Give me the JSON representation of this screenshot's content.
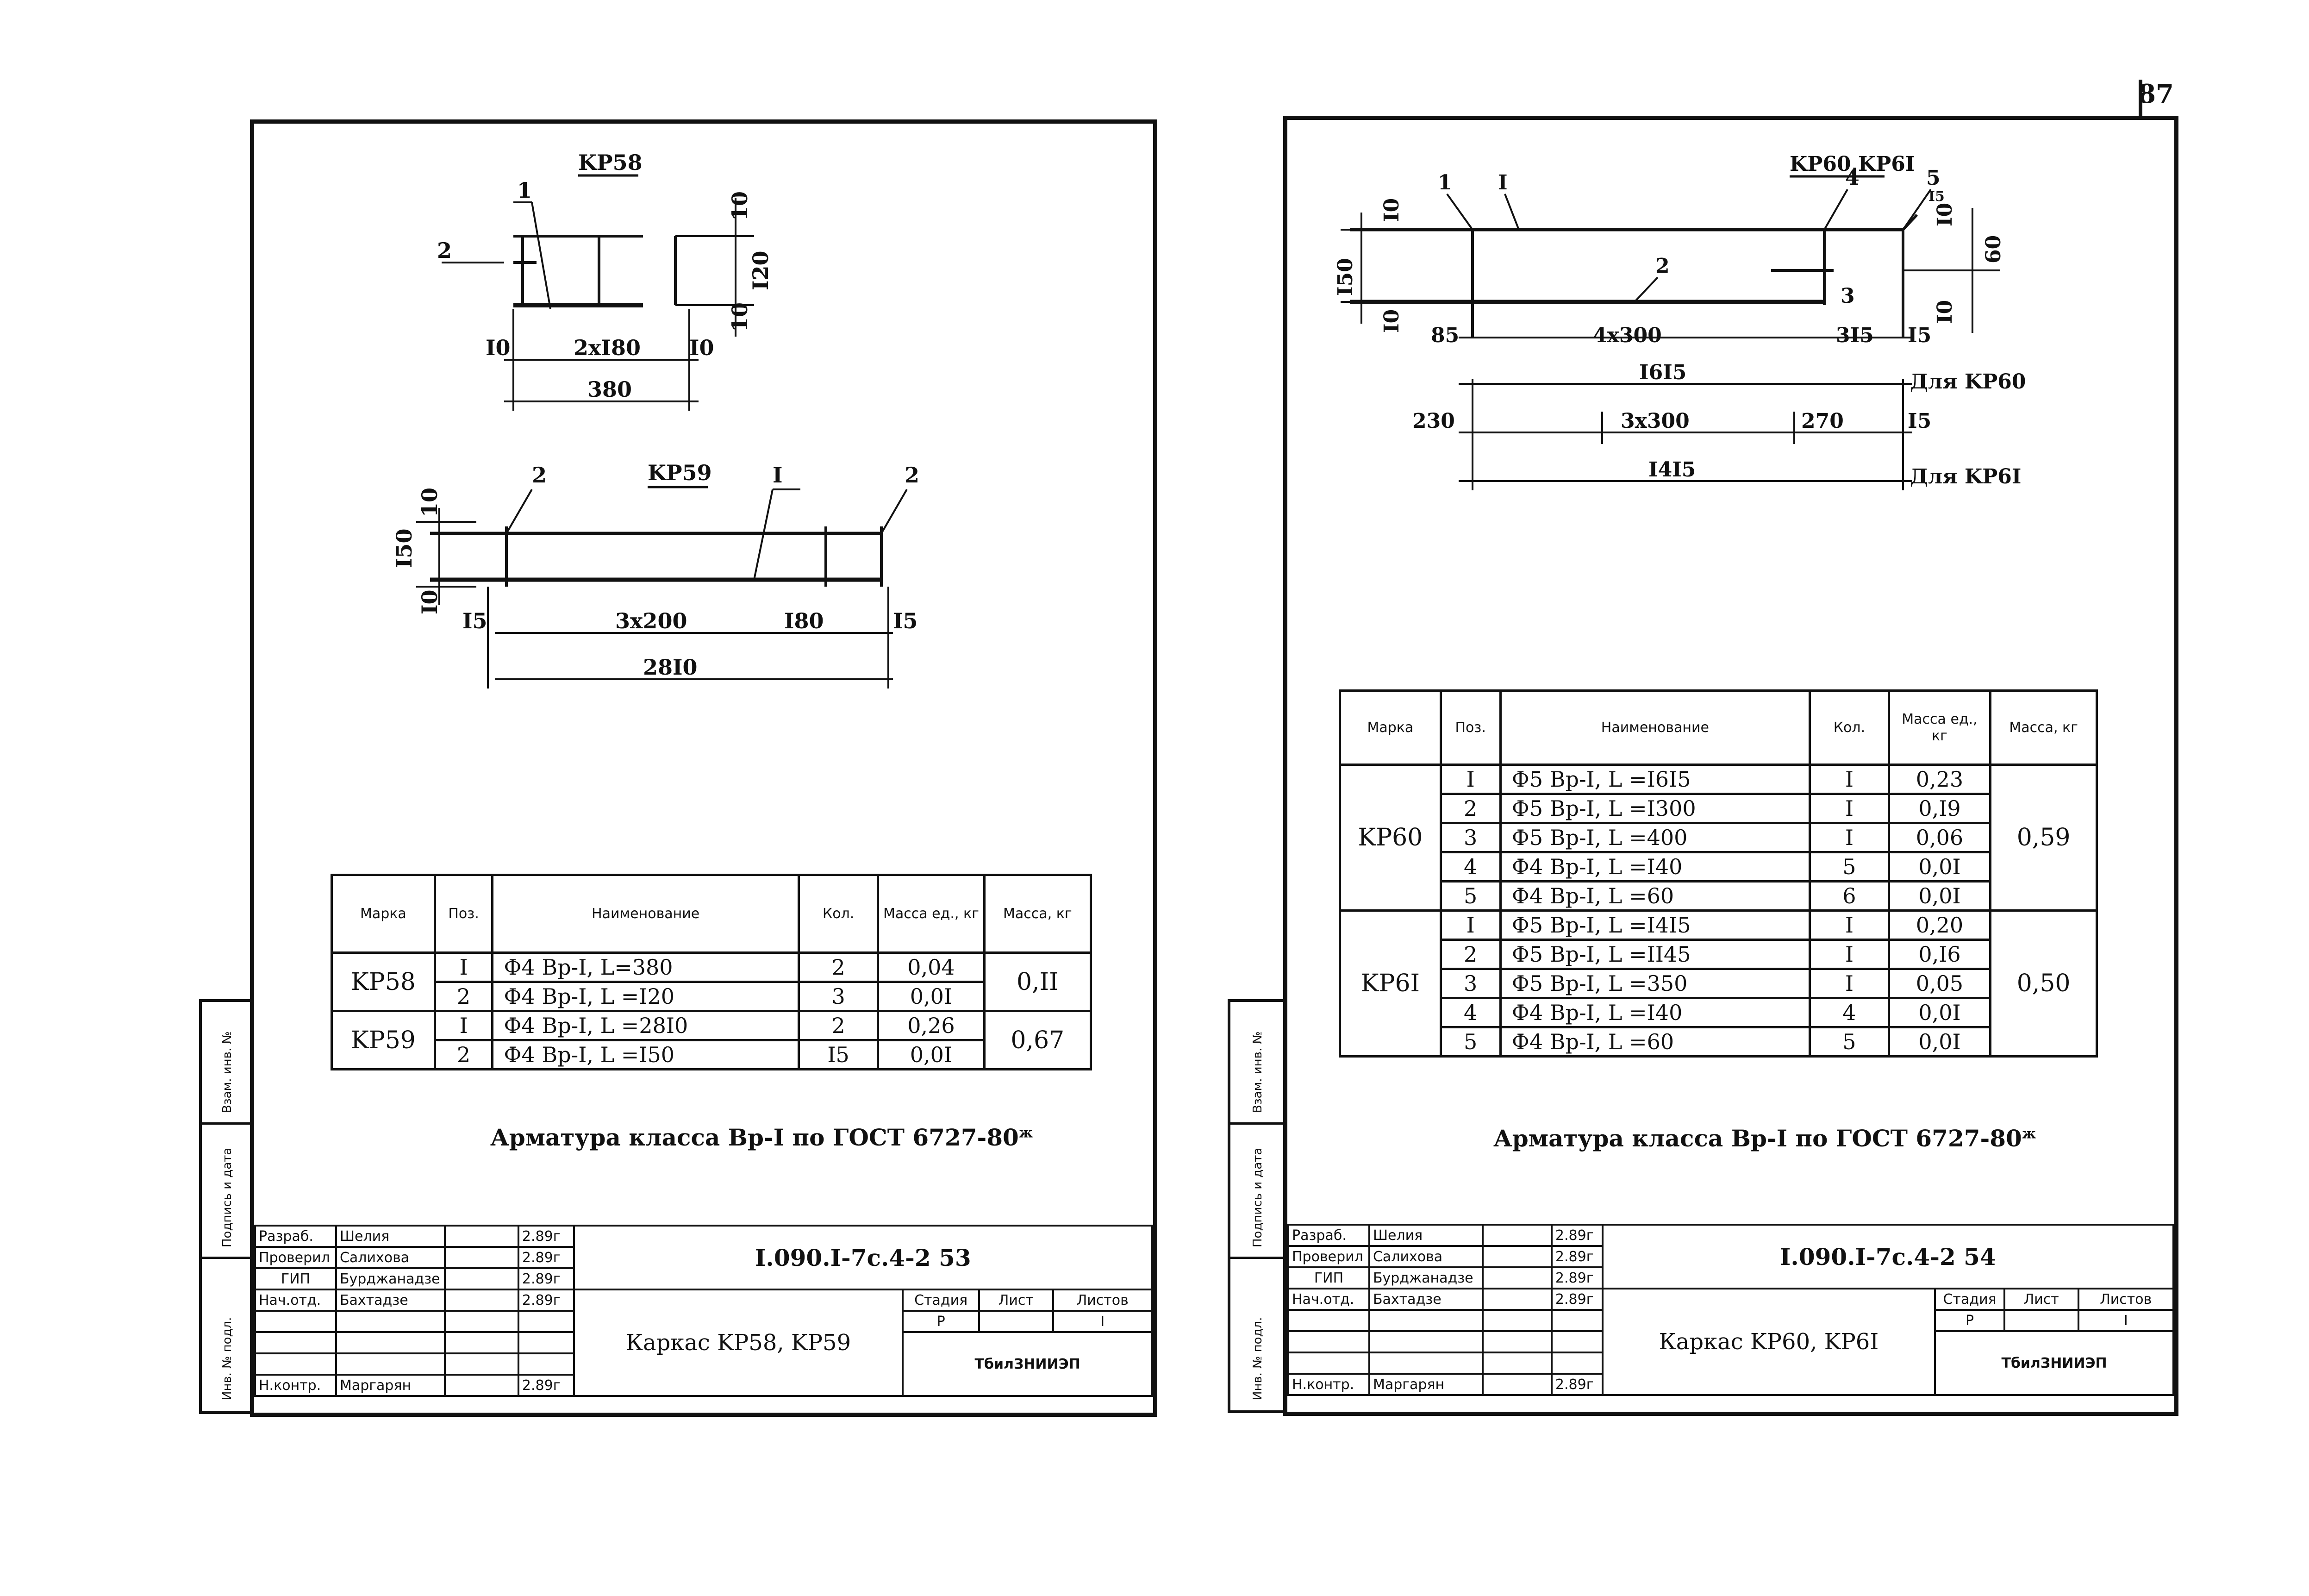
{
  "page_number": "87",
  "left": {
    "drawing_kp58": {
      "title": "KP58",
      "pos1": "1",
      "pos2": "2",
      "dim_top": "10",
      "dim_height": "I20",
      "dim_bottom": "10",
      "dim_left_margin": "I0",
      "dim_span": "2xI80",
      "dim_right_margin": "I0",
      "dim_total": "380"
    },
    "drawing_kp59": {
      "title": "KP59",
      "pos1": "I",
      "pos2_left": "2",
      "pos2_right": "2",
      "dim_top": "10",
      "dim_height": "I50",
      "dim_bottom": "I0",
      "dim_left_margin": "I5",
      "dim_span": "3x200",
      "dim_end": "I80",
      "dim_right_margin": "I5",
      "dim_total": "28I0"
    },
    "table": {
      "headers": [
        "Марка",
        "Поз.",
        "Наименование",
        "Кол.",
        "Масса ед., кг",
        "Масса, кг"
      ],
      "groups": [
        {
          "mark": "KP58",
          "total": "0,II",
          "rows": [
            {
              "pos": "I",
              "name": "Ф4 Вр-I, L=380",
              "qty": "2",
              "mass": "0,04"
            },
            {
              "pos": "2",
              "name": "Ф4 Вр-I, L =I20",
              "qty": "3",
              "mass": "0,0I"
            }
          ]
        },
        {
          "mark": "KP59",
          "total": "0,67",
          "rows": [
            {
              "pos": "I",
              "name": "Ф4 Вр-I, L =28I0",
              "qty": "2",
              "mass": "0,26"
            },
            {
              "pos": "2",
              "name": "Ф4 Вр-I, L =I50",
              "qty": "I5",
              "mass": "0,0I"
            }
          ]
        }
      ]
    },
    "note": "Арматура класса Вр-I по ГОСТ 6727-80",
    "note_sup": "ж",
    "titleblock": {
      "code": "I.090.I-7c.4-2 53",
      "title": "Каркас KP58, KP59",
      "org": "ТбилЗНИИЭП",
      "stage_label": "Стадия",
      "sheet_label": "Лист",
      "sheets_label": "Листов",
      "stage": "Р",
      "sheets": "I",
      "people": [
        {
          "role": "Разраб.",
          "name": "Шелия",
          "date": "2.89г"
        },
        {
          "role": "Проверил",
          "name": "Салихова",
          "date": "2.89г"
        },
        {
          "role": "ГИП",
          "name": "Бурджанадзе",
          "date": "2.89г"
        },
        {
          "role": "Нач.отд.",
          "name": "Бахтадзе",
          "date": "2.89г"
        },
        {
          "role": "",
          "name": "",
          "date": ""
        },
        {
          "role": "",
          "name": "",
          "date": ""
        },
        {
          "role": "",
          "name": "",
          "date": ""
        },
        {
          "role": "Н.контр.",
          "name": "Маргарян",
          "date": "2.89г"
        }
      ]
    },
    "stamp": [
      "Взам. инв. №",
      "Подпись и дата",
      "Инв. № подл."
    ]
  },
  "right": {
    "drawing": {
      "title": "KP60,KP6I",
      "pos1": "1",
      "posI": "I",
      "pos4": "4",
      "pos5": "5",
      "pos2": "2",
      "pos3": "3",
      "dim_top_left": "I0",
      "dim_height_left": "I50",
      "dim_bottom_left": "I0",
      "dim_top_right": "I0",
      "dim_height_right": "60",
      "dim_bottom_right": "I0",
      "dim_small": "I5",
      "dim_a_left": "85",
      "dim_a_span": "4x300",
      "dim_a_end": "3I5",
      "dim_a_right": "I5",
      "dim_a_total": "I6I5",
      "dim_a_for": "Для KP60",
      "dim_b_left": "230",
      "dim_b_span": "3x300",
      "dim_b_end": "270",
      "dim_b_right": "I5",
      "dim_b_total": "I4I5",
      "dim_b_for": "Для KP6I"
    },
    "table": {
      "headers": [
        "Марка",
        "Поз.",
        "Наименование",
        "Кол.",
        "Масса ед., кг",
        "Масса, кг"
      ],
      "groups": [
        {
          "mark": "KP60",
          "total": "0,59",
          "rows": [
            {
              "pos": "I",
              "name": "Ф5 Вр-I, L =I6I5",
              "qty": "I",
              "mass": "0,23"
            },
            {
              "pos": "2",
              "name": "Ф5 Вр-I, L =I300",
              "qty": "I",
              "mass": "0,I9"
            },
            {
              "pos": "3",
              "name": "Ф5 Вр-I, L =400",
              "qty": "I",
              "mass": "0,06"
            },
            {
              "pos": "4",
              "name": "Ф4 Вр-I, L =I40",
              "qty": "5",
              "mass": "0,0I"
            },
            {
              "pos": "5",
              "name": "Ф4 Вр-I, L =60",
              "qty": "6",
              "mass": "0,0I"
            }
          ]
        },
        {
          "mark": "KP6I",
          "total": "0,50",
          "rows": [
            {
              "pos": "I",
              "name": "Ф5 Вр-I, L =I4I5",
              "qty": "I",
              "mass": "0,20"
            },
            {
              "pos": "2",
              "name": "Ф5 Вр-I, L =II45",
              "qty": "I",
              "mass": "0,I6"
            },
            {
              "pos": "3",
              "name": "Ф5 Вр-I, L =350",
              "qty": "I",
              "mass": "0,05"
            },
            {
              "pos": "4",
              "name": "Ф4 Вр-I, L =I40",
              "qty": "4",
              "mass": "0,0I"
            },
            {
              "pos": "5",
              "name": "Ф4 Вр-I, L =60",
              "qty": "5",
              "mass": "0,0I"
            }
          ]
        }
      ]
    },
    "note": "Арматура класса Вр-I по ГОСТ 6727-80",
    "note_sup": "ж",
    "titleblock": {
      "code": "I.090.I-7c.4-2 54",
      "title": "Каркас KP60, KP6I",
      "org": "ТбилЗНИИЭП",
      "stage_label": "Стадия",
      "sheet_label": "Лист",
      "sheets_label": "Листов",
      "stage": "Р",
      "sheets": "I",
      "people": [
        {
          "role": "Разраб.",
          "name": "Шелия",
          "date": "2.89г"
        },
        {
          "role": "Проверил",
          "name": "Салихова",
          "date": "2.89г"
        },
        {
          "role": "ГИП",
          "name": "Бурджанадзе",
          "date": "2.89г"
        },
        {
          "role": "Нач.отд.",
          "name": "Бахтадзе",
          "date": "2.89г"
        },
        {
          "role": "",
          "name": "",
          "date": ""
        },
        {
          "role": "",
          "name": "",
          "date": ""
        },
        {
          "role": "",
          "name": "",
          "date": ""
        },
        {
          "role": "Н.контр.",
          "name": "Маргарян",
          "date": "2.89г"
        }
      ]
    },
    "stamp": [
      "Взам. инв. №",
      "Подпись и дата",
      "Инв. № подл."
    ]
  }
}
